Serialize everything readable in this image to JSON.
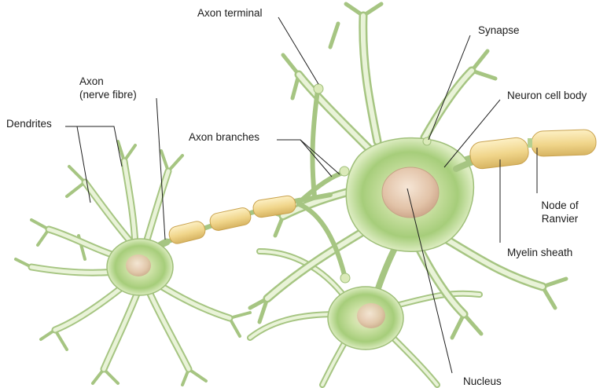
{
  "labels": {
    "axon_terminal": "Axon terminal",
    "synapse": "Synapse",
    "axon_line1": "Axon",
    "axon_line2": "(nerve fibre)",
    "neuron_cell_body": "Neuron cell body",
    "dendrites": "Dendrites",
    "axon_branches": "Axon branches",
    "node_line1": "Node of",
    "node_line2": "Ranvier",
    "myelin_sheath": "Myelin sheath",
    "nucleus": "Nucleus"
  },
  "colors": {
    "membrane": "#dfeec2",
    "membrane_edge": "#9fbf7a",
    "cytoplasm": "#a9cf7c",
    "nucleus": "#e6c9b0",
    "myelin": "#f0d890",
    "myelin_edge": "#c9a24e",
    "leader_line": "#1f1f1f"
  }
}
